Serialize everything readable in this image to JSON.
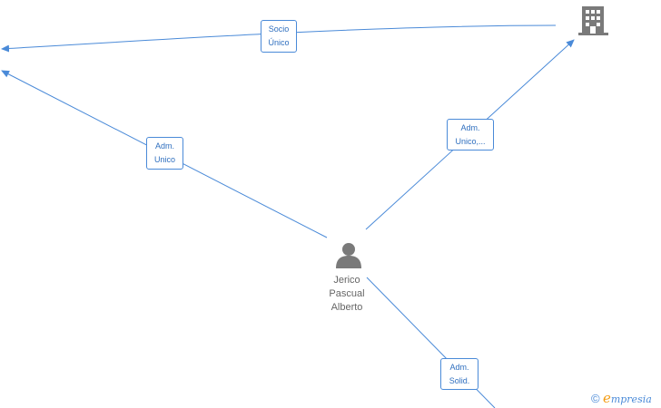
{
  "person": {
    "name_lines": [
      "Jerico",
      "Pascual",
      "Alberto"
    ],
    "icon": "person-icon"
  },
  "company_node": {
    "icon": "building-icon"
  },
  "edges": [
    {
      "id": "socio-unico",
      "lines": [
        "Socio",
        "Único"
      ]
    },
    {
      "id": "adm-unico-left",
      "lines": [
        "Adm.",
        "Unico"
      ]
    },
    {
      "id": "adm-unico-right",
      "lines": [
        "Adm.",
        "Unico,..."
      ]
    },
    {
      "id": "adm-solid",
      "lines": [
        "Adm.",
        "Solid."
      ]
    }
  ],
  "watermark": {
    "copyright": "©",
    "brand_initial": "e",
    "brand_rest": "mpresia"
  },
  "colors": {
    "edge": "#4a8ad8",
    "label_text": "#2f6fbf",
    "icon": "#7a7a7a",
    "brand_accent": "#f39c12"
  }
}
